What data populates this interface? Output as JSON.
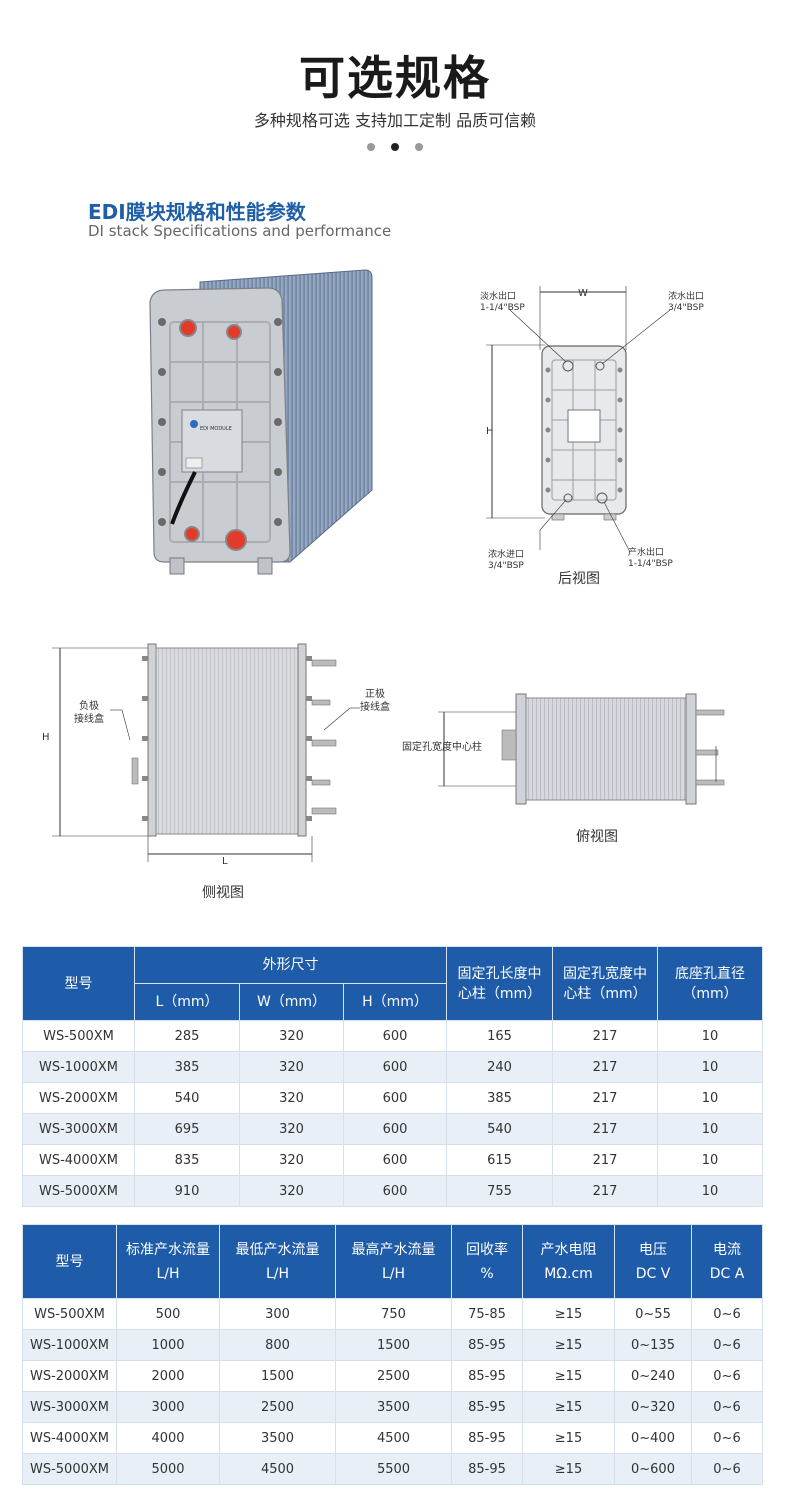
{
  "header": {
    "title": "可选规格",
    "subtitle": "多种规格可选 支持加工定制 品质可信赖"
  },
  "section": {
    "title": "EDI膜块规格和性能参数",
    "subtitle": "DI stack Specifications and performance"
  },
  "product": {
    "plate_label": "EDI MODULE"
  },
  "rear_view": {
    "caption": "后视图",
    "width_label": "W",
    "height_label": "H",
    "outlet_fresh": [
      "淡水出口",
      "1-1/4\"BSP"
    ],
    "outlet_conc": [
      "浓水出口",
      "3/4\"BSP"
    ],
    "inlet_conc": [
      "浓水进口",
      "3/4\"BSP"
    ],
    "outlet_product": [
      "产水出口",
      "1-1/4\"BSP"
    ]
  },
  "side_view": {
    "caption": "侧视图",
    "height_label": "H",
    "length_label": "L",
    "neg_box": [
      "负极",
      "接线盒"
    ],
    "pos_box": [
      "正极",
      "接线盒"
    ]
  },
  "top_view": {
    "caption": "俯视图",
    "center_label": "固定孔宽度中心柱"
  },
  "table1": {
    "header": {
      "model": "型号",
      "dims": "外形尺寸",
      "L": "L（mm）",
      "W": "W（mm）",
      "H": "H（mm）",
      "hole_len": "固定孔长度中心柱（mm）",
      "hole_wid": "固定孔宽度中心柱（mm）",
      "base": "底座孔直径（mm）"
    },
    "rows": [
      [
        "WS-500XM",
        "285",
        "320",
        "600",
        "165",
        "217",
        "10"
      ],
      [
        "WS-1000XM",
        "385",
        "320",
        "600",
        "240",
        "217",
        "10"
      ],
      [
        "WS-2000XM",
        "540",
        "320",
        "600",
        "385",
        "217",
        "10"
      ],
      [
        "WS-3000XM",
        "695",
        "320",
        "600",
        "540",
        "217",
        "10"
      ],
      [
        "WS-4000XM",
        "835",
        "320",
        "600",
        "615",
        "217",
        "10"
      ],
      [
        "WS-5000XM",
        "910",
        "320",
        "600",
        "755",
        "217",
        "10"
      ]
    ]
  },
  "table2": {
    "header": [
      [
        "型号",
        ""
      ],
      [
        "标准产水流量",
        "L/H"
      ],
      [
        "最低产水流量",
        "L/H"
      ],
      [
        "最高产水流量",
        "L/H"
      ],
      [
        "回收率",
        "%"
      ],
      [
        "产水电阻",
        "MΩ.cm"
      ],
      [
        "电压",
        "DC V"
      ],
      [
        "电流",
        "DC A"
      ]
    ],
    "rows": [
      [
        "WS-500XM",
        "500",
        "300",
        "750",
        "75-85",
        "≥15",
        "0~55",
        "0~6"
      ],
      [
        "WS-1000XM",
        "1000",
        "800",
        "1500",
        "85-95",
        "≥15",
        "0~135",
        "0~6"
      ],
      [
        "WS-2000XM",
        "2000",
        "1500",
        "2500",
        "85-95",
        "≥15",
        "0~240",
        "0~6"
      ],
      [
        "WS-3000XM",
        "3000",
        "2500",
        "3500",
        "85-95",
        "≥15",
        "0~320",
        "0~6"
      ],
      [
        "WS-4000XM",
        "4000",
        "3500",
        "4500",
        "85-95",
        "≥15",
        "0~400",
        "0~6"
      ],
      [
        "WS-5000XM",
        "5000",
        "4500",
        "5500",
        "85-95",
        "≥15",
        "0~600",
        "0~6"
      ]
    ]
  }
}
